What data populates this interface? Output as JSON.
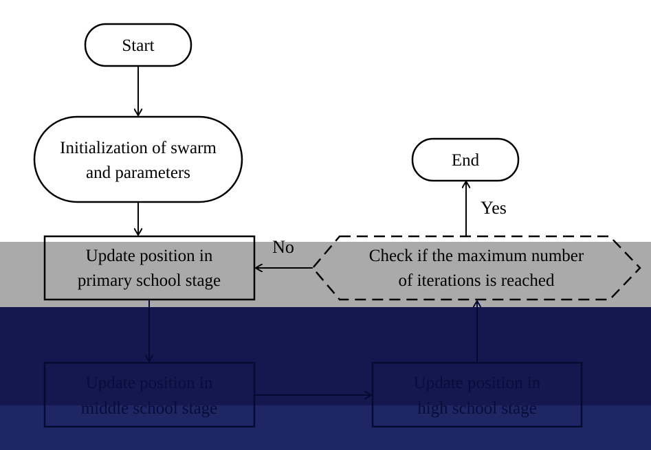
{
  "nodes": {
    "start": "Start",
    "init": [
      "Initialization of swarm",
      "and parameters"
    ],
    "primary": [
      "Update position in",
      "primary school stage"
    ],
    "middle": [
      "Update position in",
      "middle school stage"
    ],
    "high": [
      "Update position in",
      "high school stage"
    ],
    "check": [
      "Check if the maximum number",
      "of iterations is reached"
    ],
    "end": "End"
  },
  "edges": {
    "yes_label": "Yes",
    "no_label": "No"
  },
  "colors": {
    "gray_band": "#aaaaaa",
    "navy_band": "#14184f",
    "line": "#000000"
  }
}
